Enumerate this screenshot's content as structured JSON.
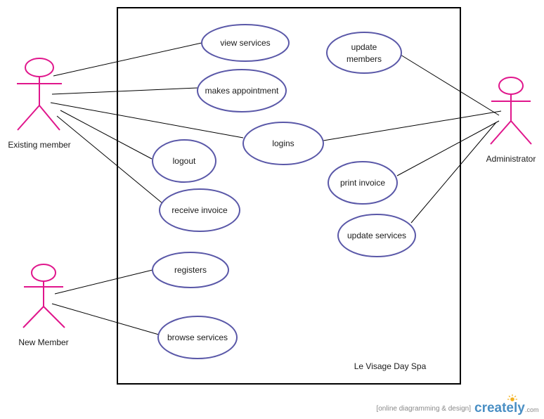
{
  "diagram": {
    "system_label": "Le Visage Day Spa",
    "actors": {
      "existing_member": "Existing member",
      "new_member": "New Member",
      "administrator": "Administrator"
    },
    "use_cases": {
      "view_services": "view services",
      "makes_appointment": "makes appointment",
      "logins": "logins",
      "logout": "logout",
      "receive_invoice": "receive invoice",
      "registers": "registers",
      "browse_services": "browse services",
      "update_members_1": "update",
      "update_members_2": "members",
      "print_invoice": "print invoice",
      "update_services": "update services"
    },
    "colors": {
      "actor": "#e0168c",
      "use_case_stroke": "#5a58a8",
      "boundary": "#000000"
    }
  },
  "footer": {
    "tagline": "[online diagramming & design]",
    "brand": "creately",
    "brand_suffix": ".com"
  }
}
